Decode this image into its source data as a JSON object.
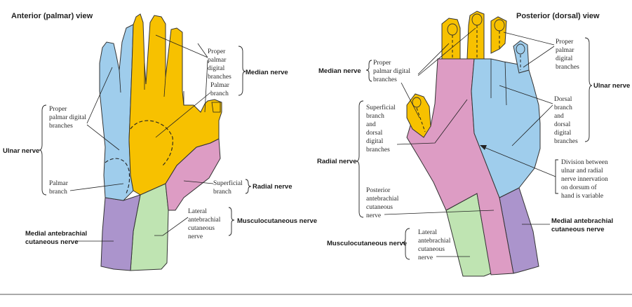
{
  "colors": {
    "median": "#f7c100",
    "ulnar": "#9fcdec",
    "radial": "#dd9cc4",
    "musculocutaneous": "#bfe4b2",
    "medial_antebrachial": "#ab94cc",
    "outline": "#333333"
  },
  "anterior": {
    "title": "Anterior (palmar) view",
    "proper_palmar_digital_branches_median": [
      "Proper",
      "palmar",
      "digital",
      "branches"
    ],
    "palmar_branch_median": [
      "Palmar",
      "branch"
    ],
    "median_nerve": "Median nerve",
    "proper_palmar_digital_branches_ulnar": [
      "Proper",
      "palmar digital",
      "branches"
    ],
    "ulnar_nerve": "Ulnar nerve",
    "palmar_branch_ulnar": [
      "Palmar",
      "branch"
    ],
    "superficial_branch": [
      "Superficial",
      "branch"
    ],
    "radial_nerve": "Radial nerve",
    "medial_antebrachial": [
      "Medial antebrachial",
      "cutaneous nerve"
    ],
    "lateral_antebrachial": [
      "Lateral",
      "antebrachial",
      "cutaneous",
      "nerve"
    ],
    "musculocutaneous_nerve": "Musculocutaneous nerve"
  },
  "posterior": {
    "title": "Posterior (dorsal) view",
    "median_nerve": "Median nerve",
    "proper_palmar_digital_branches": [
      "Proper",
      "palmar digital",
      "branches"
    ],
    "proper_palmar_digital_branches_ulnar": [
      "Proper",
      "palmar",
      "digital",
      "branches"
    ],
    "ulnar_nerve": "Ulnar nerve",
    "dorsal_branch": [
      "Dorsal",
      "branch",
      "and",
      "dorsal",
      "digital",
      "branches"
    ],
    "superficial_branch": [
      "Superficial",
      "branch",
      "and",
      "dorsal",
      "digital",
      "branches"
    ],
    "radial_nerve": "Radial nerve",
    "division_note": [
      "Division between",
      "ulnar and radial",
      "nerve innervation",
      "on dorsum of",
      "hand is variable"
    ],
    "posterior_antebrachial": [
      "Posterior",
      "antebrachial",
      "cutaneous",
      "nerve"
    ],
    "medial_antebrachial": [
      "Medial antebrachial",
      "cutaneous nerve"
    ],
    "musculocutaneous_nerve": "Musculocutaneous nerve",
    "lateral_antebrachial": [
      "Lateral",
      "antebrachial",
      "cutaneous",
      "nerve"
    ]
  }
}
